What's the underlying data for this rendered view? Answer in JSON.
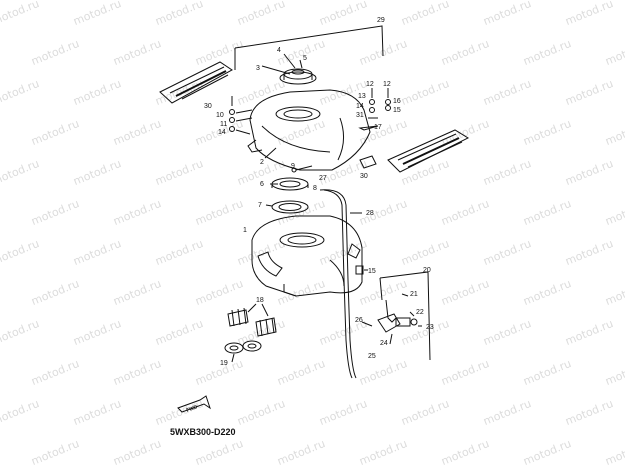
{
  "watermark": "motod.ru",
  "diagram_code": "5WXB300-D220",
  "fwd_label": "FWD",
  "callouts": [
    "29",
    "4",
    "5",
    "3",
    "30",
    "12",
    "12",
    "13",
    "16",
    "14",
    "15",
    "31",
    "17",
    "10",
    "11",
    "14",
    "9",
    "2",
    "30",
    "27",
    "6",
    "8",
    "28",
    "7",
    "1",
    "15",
    "20",
    "18",
    "21",
    "22",
    "23",
    "26",
    "24",
    "19",
    "25"
  ]
}
